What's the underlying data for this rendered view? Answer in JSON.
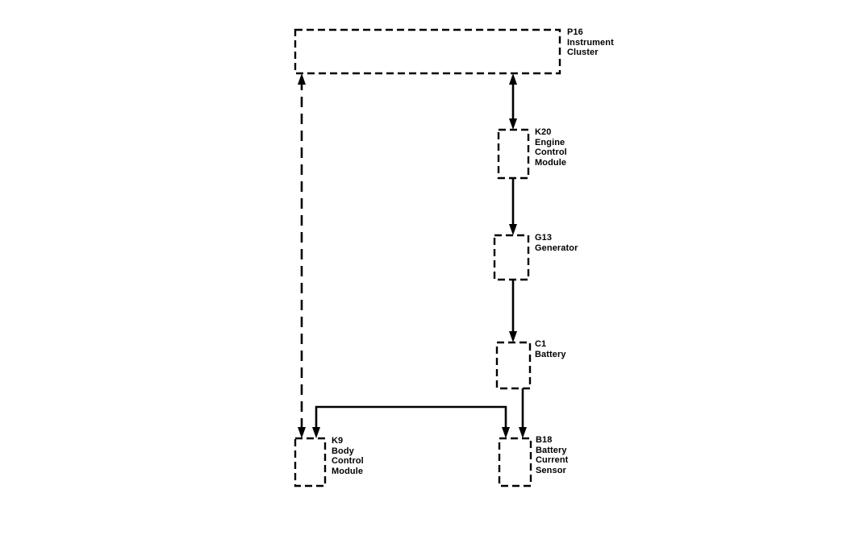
{
  "components": {
    "p16": {
      "code": "P16",
      "name": "Instrument\nCluster"
    },
    "k20": {
      "code": "K20",
      "name": "Engine\nControl\nModule"
    },
    "g13": {
      "code": "G13",
      "name": "Generator"
    },
    "c1": {
      "code": "C1",
      "name": "Battery"
    },
    "k9": {
      "code": "K9",
      "name": "Body\nControl\nModule"
    },
    "b18": {
      "code": "B18",
      "name": "Battery\nCurrent\nSensor"
    }
  },
  "connections": [
    {
      "from": "P16",
      "to": "K9",
      "style": "dashed",
      "arrows": "both-ends"
    },
    {
      "from": "P16",
      "to": "K20",
      "style": "solid",
      "arrows": "both-ends"
    },
    {
      "from": "K20",
      "to": "G13",
      "style": "solid",
      "arrows": "into-G13"
    },
    {
      "from": "G13",
      "to": "C1",
      "style": "solid",
      "arrows": "into-C1"
    },
    {
      "from": "C1",
      "to": "B18",
      "style": "solid",
      "arrows": "into-B18"
    },
    {
      "from": "K9",
      "to": "B18",
      "style": "solid",
      "arrows": "into-both"
    }
  ],
  "colors": {
    "line": "#000000",
    "background": "#ffffff"
  }
}
